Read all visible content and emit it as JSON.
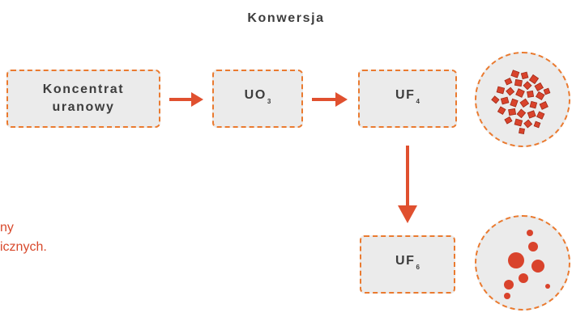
{
  "title": "Konwersja",
  "nodes": {
    "concentrate": {
      "line1": "Koncentrat",
      "line2": "uranowy"
    },
    "uo3": {
      "base": "UO",
      "sub": "3"
    },
    "uf4": {
      "base": "UF",
      "sub": "4"
    },
    "uf6": {
      "base": "UF",
      "sub": "6"
    }
  },
  "caption": {
    "line1": "ny",
    "line2": "icznych."
  },
  "colors": {
    "accent": "#ea7a2f",
    "arrow": "#e0502f",
    "box_fill": "#ebebeb",
    "particle": "#d9432c"
  }
}
